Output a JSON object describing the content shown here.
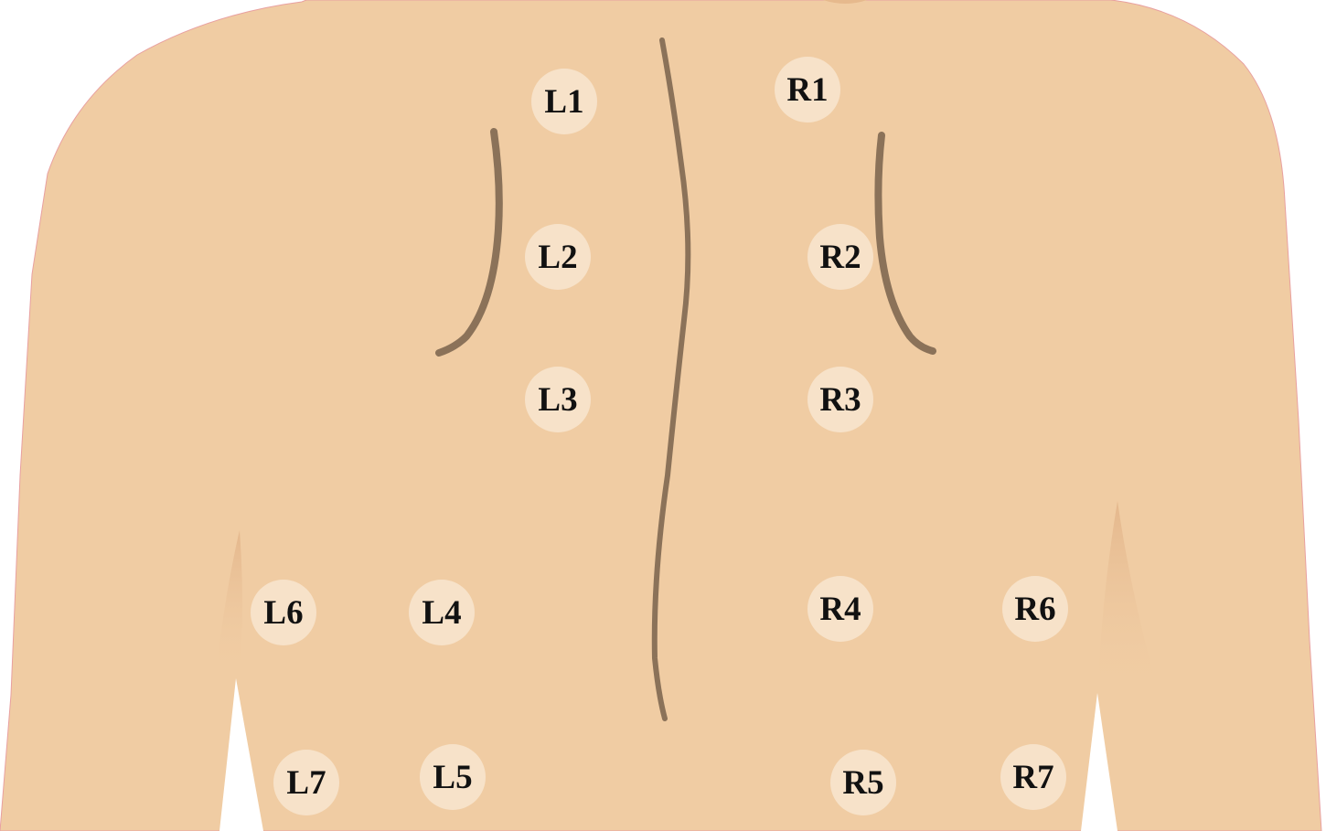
{
  "colors": {
    "skin": "#f0cca3",
    "skin_shadow": "#e6b98d",
    "outline": "#e8a0a0",
    "spine": "#8b7259",
    "marker_fill": "#f7e2c9",
    "marker_text": "#111111"
  },
  "markers": {
    "L1": "L1",
    "L2": "L2",
    "L3": "L3",
    "L4": "L4",
    "L5": "L5",
    "L6": "L6",
    "L7": "L7",
    "R1": "R1",
    "R2": "R2",
    "R3": "R3",
    "R4": "R4",
    "R5": "R5",
    "R6": "R6",
    "R7": "R7"
  }
}
